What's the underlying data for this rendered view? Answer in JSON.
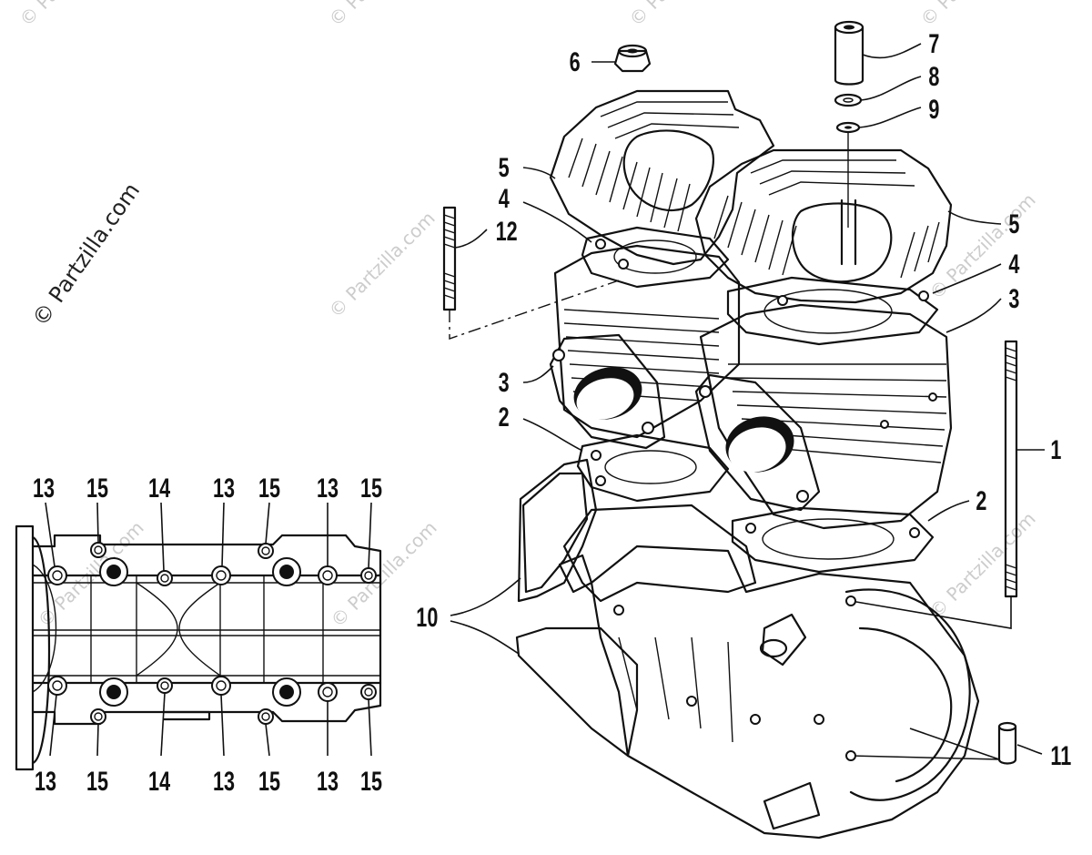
{
  "watermark": {
    "main": "© Partzilla.com",
    "repeat": "© Partzilla.com"
  },
  "callouts": {
    "c1": "1",
    "c2a": "2",
    "c2b": "2",
    "c3a": "3",
    "c3b": "3",
    "c4a": "4",
    "c4b": "4",
    "c5a": "5",
    "c5b": "5",
    "c6": "6",
    "c7": "7",
    "c8": "8",
    "c9": "9",
    "c10": "10",
    "c11": "11",
    "c12": "12"
  },
  "crankcase_top_labels": [
    "13",
    "15",
    "14",
    "13",
    "15",
    "13",
    "15"
  ],
  "crankcase_bottom_labels": [
    "13",
    "15",
    "14",
    "13",
    "15",
    "13",
    "15"
  ],
  "colors": {
    "ink": "#111111",
    "paper": "#ffffff",
    "watermark": "#cccccc"
  }
}
